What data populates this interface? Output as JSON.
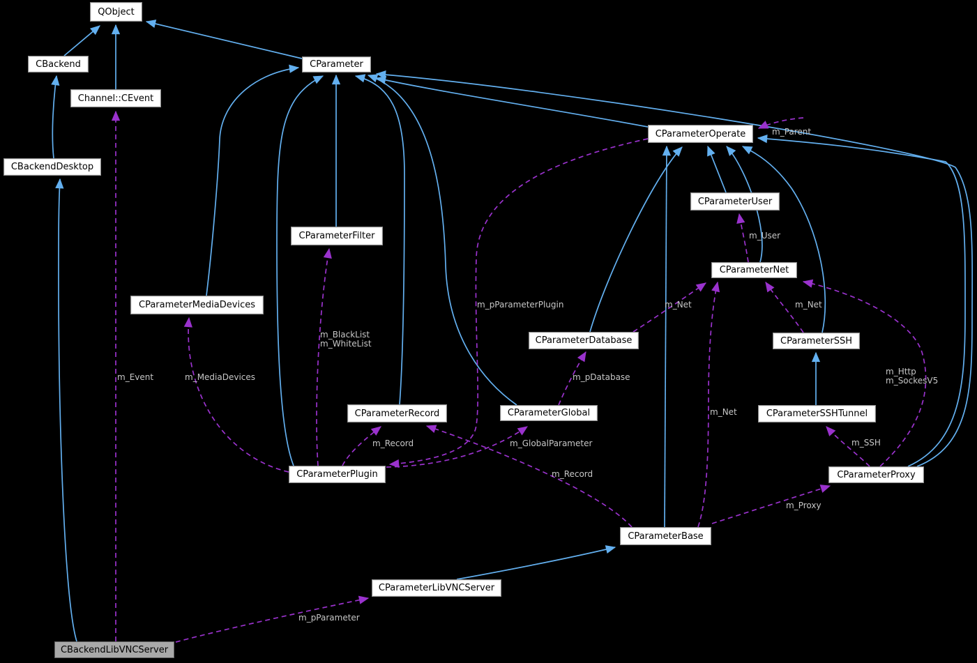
{
  "diagram": {
    "type": "doxygen-collaboration-graph",
    "background_color": "#000000",
    "colors": {
      "node_fill": "#ffffff",
      "node_border": "#8f8f8f",
      "node_text": "#000000",
      "current_node_fill": "#a9a9a9",
      "inheritance_edge": "#63b0f0",
      "usage_edge": "#9a32cd",
      "edge_label_text": "#c6c6c6"
    },
    "nodes": [
      {
        "label": "QObject"
      },
      {
        "label": "CBackend"
      },
      {
        "label": "Channel::CEvent"
      },
      {
        "label": "CBackendDesktop"
      },
      {
        "label": "CParameter"
      },
      {
        "label": "CParameterOperate"
      },
      {
        "label": "CParameterUser"
      },
      {
        "label": "CParameterNet"
      },
      {
        "label": "CParameterFilter"
      },
      {
        "label": "CParameterMediaDevices"
      },
      {
        "label": "CParameterDatabase"
      },
      {
        "label": "CParameterSSH"
      },
      {
        "label": "CParameterRecord"
      },
      {
        "label": "CParameterGlobal"
      },
      {
        "label": "CParameterSSHTunnel"
      },
      {
        "label": "CParameterPlugin"
      },
      {
        "label": "CParameterProxy"
      },
      {
        "label": "CParameterBase"
      },
      {
        "label": "CParameterLibVNCServer"
      },
      {
        "label": "CBackendLibVNCServer",
        "current": true
      }
    ],
    "edges": [
      {
        "from": "CBackend",
        "to": "QObject",
        "type": "inheritance",
        "label": ""
      },
      {
        "from": "Channel::CEvent",
        "to": "QObject",
        "type": "inheritance",
        "label": ""
      },
      {
        "from": "CParameter",
        "to": "QObject",
        "type": "inheritance",
        "label": ""
      },
      {
        "from": "CBackendDesktop",
        "to": "CBackend",
        "type": "inheritance",
        "label": ""
      },
      {
        "from": "CBackendLibVNCServer",
        "to": "CBackendDesktop",
        "type": "inheritance",
        "label": ""
      },
      {
        "from": "CParameterOperate",
        "to": "CParameter",
        "type": "inheritance",
        "label": ""
      },
      {
        "from": "CParameterFilter",
        "to": "CParameter",
        "type": "inheritance",
        "label": ""
      },
      {
        "from": "CParameterMediaDevices",
        "to": "CParameter",
        "type": "inheritance",
        "label": ""
      },
      {
        "from": "CParameterPlugin",
        "to": "CParameter",
        "type": "inheritance",
        "label": ""
      },
      {
        "from": "CParameterRecord",
        "to": "CParameter",
        "type": "inheritance",
        "label": ""
      },
      {
        "from": "CParameterGlobal",
        "to": "CParameter",
        "type": "inheritance",
        "label": ""
      },
      {
        "from": "CParameterProxy",
        "to": "CParameter",
        "type": "inheritance",
        "label": ""
      },
      {
        "from": "CParameterUser",
        "to": "CParameterOperate",
        "type": "inheritance",
        "label": ""
      },
      {
        "from": "CParameterNet",
        "to": "CParameterOperate",
        "type": "inheritance",
        "label": ""
      },
      {
        "from": "CParameterDatabase",
        "to": "CParameterOperate",
        "type": "inheritance",
        "label": ""
      },
      {
        "from": "CParameterSSH",
        "to": "CParameterOperate",
        "type": "inheritance",
        "label": ""
      },
      {
        "from": "CParameterBase",
        "to": "CParameterOperate",
        "type": "inheritance",
        "label": ""
      },
      {
        "from": "CParameterProxy",
        "to": "CParameterOperate",
        "type": "inheritance",
        "label": ""
      },
      {
        "from": "CParameterSSHTunnel",
        "to": "CParameterSSH",
        "type": "inheritance",
        "label": ""
      },
      {
        "from": "CParameterLibVNCServer",
        "to": "CParameterBase",
        "type": "inheritance",
        "label": ""
      },
      {
        "from": "CBackendLibVNCServer",
        "to": "Channel::CEvent",
        "type": "usage",
        "label": "m_Event"
      },
      {
        "from": "CParameterPlugin",
        "to": "CParameterMediaDevices",
        "type": "usage",
        "label": "m_MediaDevices"
      },
      {
        "from": "CParameterPlugin",
        "to": "CParameterFilter",
        "type": "usage",
        "label": "m_BlackList\nm_WhiteList"
      },
      {
        "from": "CParameterOperate",
        "to": "CParameterPlugin",
        "type": "usage",
        "label": "m_pParameterPlugin"
      },
      {
        "from": "CParameterGlobal",
        "to": "CParameterDatabase",
        "type": "usage",
        "label": "m_pDatabase"
      },
      {
        "from": "CParameterDatabase",
        "to": "CParameterNet",
        "type": "usage",
        "label": "m_Net"
      },
      {
        "from": "CParameterNet",
        "to": "CParameterUser",
        "type": "usage",
        "label": "m_User"
      },
      {
        "from": "CParameterOperate",
        "to": "CParameterOperate",
        "type": "usage",
        "label": "m_Parent"
      },
      {
        "from": "CParameterSSH",
        "to": "CParameterNet",
        "type": "usage",
        "label": "m_Net"
      },
      {
        "from": "CParameterProxy",
        "to": "CParameterNet",
        "type": "usage",
        "label": "m_Http\nm_SockesV5"
      },
      {
        "from": "CParameterProxy",
        "to": "CParameterSSHTunnel",
        "type": "usage",
        "label": "m_SSH"
      },
      {
        "from": "CParameterBase",
        "to": "CParameterNet",
        "type": "usage",
        "label": "m_Net"
      },
      {
        "from": "CParameterBase",
        "to": "CParameterProxy",
        "type": "usage",
        "label": "m_Proxy"
      },
      {
        "from": "CParameterBase",
        "to": "CParameterRecord",
        "type": "usage",
        "label": "m_Record"
      },
      {
        "from": "CParameterPlugin",
        "to": "CParameterRecord",
        "type": "usage",
        "label": "m_Record"
      },
      {
        "from": "CParameterPlugin",
        "to": "CParameterGlobal",
        "type": "usage",
        "label": "m_GlobalParameter"
      },
      {
        "from": "CBackendLibVNCServer",
        "to": "CParameterLibVNCServer",
        "type": "usage",
        "label": "m_pParameter"
      }
    ]
  }
}
